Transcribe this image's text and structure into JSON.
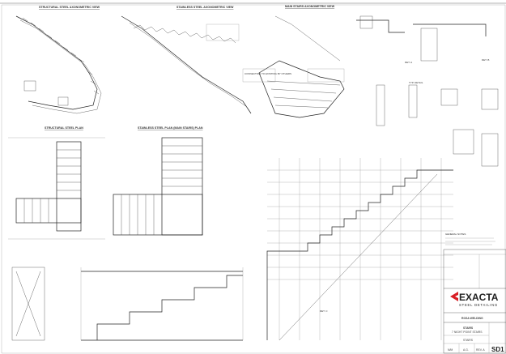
{
  "views": {
    "iso_structural": "STRUCTURAL STEEL AXONOMETRIC VIEW",
    "iso_stainless": "STAINLESS STEEL AXONOMETRIC VIEW",
    "iso_main": "MAIN STAIRS AXONOMETRIC VIEW",
    "plan_structural": "STRUCTURAL STEEL PLAN",
    "plan_stainless": "STAINLESS STEEL PLAN (MAIN STAIRS) PLAN",
    "det_a": "DET. A",
    "det_b": "DET. B",
    "det_c": "DET. C",
    "typ_detail": "TYP. DETAIL"
  },
  "notes": {
    "general": "GENERAL NOTES",
    "connection": "CONNECTION TO EXISTING BY OTHERS"
  },
  "title_block": {
    "brand": "EXACTA",
    "brand_sub": "STEEL DETAILING",
    "client": "ROSA WELDING",
    "project": "STAIRS",
    "project_sub": "7 NIGHT POINT STAIRS",
    "drawing_title": "STAIRS",
    "drawn_by": "N/M",
    "checked_by": "A.G.",
    "revision": "REV. A",
    "sheet_no": "SD1"
  },
  "colors": {
    "brand_red": "#d81f26",
    "ink": "#333333"
  }
}
